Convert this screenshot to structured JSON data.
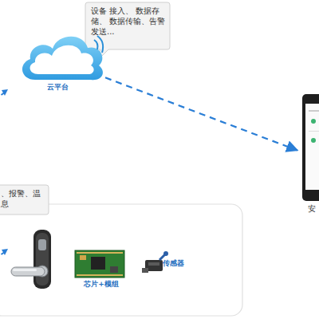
{
  "diagram": {
    "nodes": [
      {
        "text": [
          "设备 接入、 数据存储、 数据传输、告警发送..."
        ]
      },
      {
        "text": [
          "云平台"
        ]
      },
      {
        "text": [
          "安"
        ]
      },
      {
        "text": [
          "、报警、温 息"
        ]
      },
      {
        "text": [
          "芯片+模组"
        ]
      },
      {
        "text": [
          "传感器"
        ]
      }
    ],
    "edges": [
      {
        "from": 1,
        "to": 2,
        "arrow": "to"
      }
    ]
  }
}
